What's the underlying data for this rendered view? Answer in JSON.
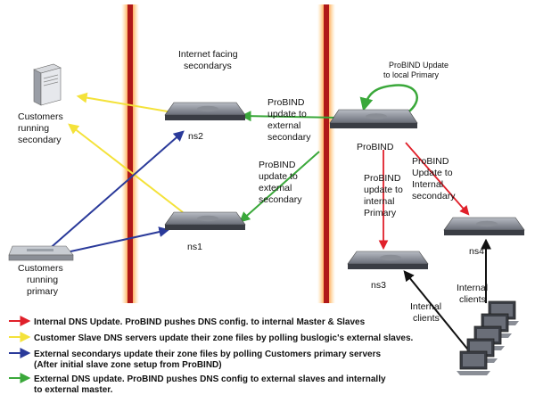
{
  "labels": {
    "internet_facing": [
      "Internet facing",
      "secondarys"
    ],
    "probind_local": [
      "ProBIND Update",
      "to local Primary"
    ],
    "probind_ext_top": [
      "ProBIND",
      "update to",
      "external",
      "secondary"
    ],
    "probind_ext_mid": [
      "ProBIND",
      "update to",
      "external",
      "secondary"
    ],
    "probind_int_primary": [
      "ProBIND",
      "update to",
      "internal",
      "Primary"
    ],
    "probind_int_secondary": [
      "ProBIND",
      "Update to",
      "Internal",
      "secondary"
    ],
    "customers_secondary": [
      "Customers",
      "running",
      "secondary"
    ],
    "customers_primary": [
      "Customers",
      "running",
      "primary"
    ],
    "internal_clients_a": [
      "Internal",
      "clients"
    ],
    "internal_clients_b": [
      "Internal",
      "clients"
    ],
    "ns1": "ns1",
    "ns2": "ns2",
    "ns3": "ns3",
    "ns4": "ns4",
    "probind": "ProBIND"
  },
  "legend": [
    {
      "color": "#e0202a",
      "text": [
        "Internal DNS Update. ProBIND pushes DNS config. to internal Master & Slaves"
      ]
    },
    {
      "color": "#f4e23a",
      "text": [
        "Customer Slave DNS servers update their zone files by polling buslogic's external slaves."
      ]
    },
    {
      "color": "#2a3a9a",
      "text": [
        "External secondarys update their zone files by polling Customers primary servers",
        "(After initial slave zone setup from ProBIND)"
      ]
    },
    {
      "color": "#3aa83a",
      "text": [
        "External DNS update. ProBIND pushes DNS config to external slaves and internally",
        "to external master."
      ]
    }
  ],
  "colors": {
    "red": "#e0202a",
    "yellow": "#f4e23a",
    "blue": "#2a3a9a",
    "green": "#3aa83a",
    "firewall": "#b01818"
  },
  "icons": [
    "server-rack-icon",
    "tower-server-icon",
    "laptop-icon",
    "firewall-icon",
    "workstation-icon"
  ]
}
